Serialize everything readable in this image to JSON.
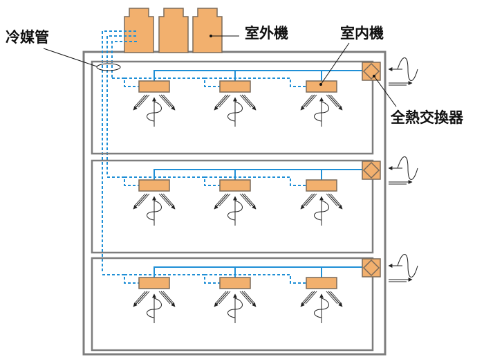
{
  "labels": {
    "refrigerant_pipe": "冷媒管",
    "outdoor_unit": "室外機",
    "indoor_unit": "室内機",
    "heat_exchanger": "全熱交換器"
  },
  "floors": [
    {
      "id": "floor-1",
      "indoor_units": 3,
      "heat_exchanger": true
    },
    {
      "id": "floor-2",
      "indoor_units": 3,
      "heat_exchanger": true
    },
    {
      "id": "floor-3",
      "indoor_units": 3,
      "heat_exchanger": true
    }
  ],
  "outdoor_units": 3,
  "colors": {
    "building": "#7d7d7d",
    "unit_fill": "#f2b06e",
    "unit_stroke": "#7a6a5a",
    "refrigerant_pipe": "#1f8fd6",
    "air_flow": "#222222",
    "text": "#111111"
  }
}
